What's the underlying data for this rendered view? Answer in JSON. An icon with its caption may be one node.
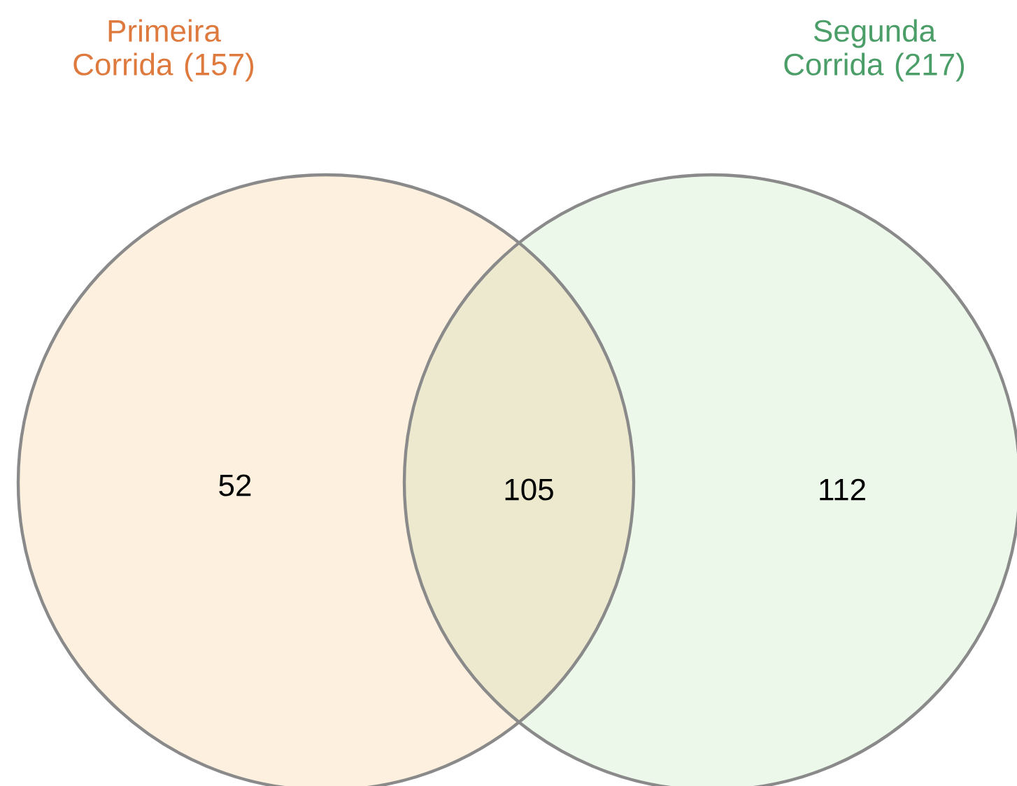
{
  "diagram": {
    "nodes": [
      {
        "text": [
          "Primeira Corrida (157)",
          "52"
        ]
      },
      {
        "text": [
          "Segunda Corrida (217)",
          "112"
        ]
      }
    ],
    "labels": [
      "105"
    ]
  }
}
